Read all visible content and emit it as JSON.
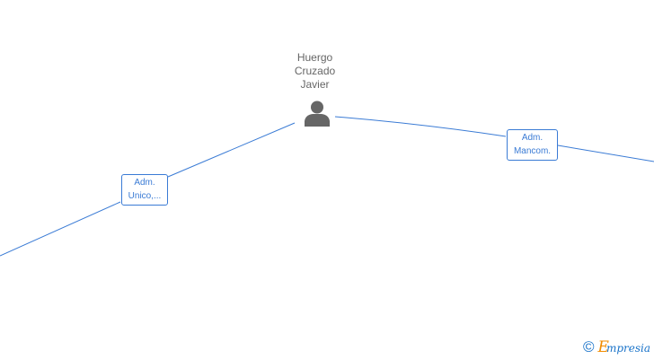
{
  "person": {
    "name_lines": [
      "Huergo",
      "Cruzado",
      "Javier"
    ],
    "icon": "person-icon"
  },
  "relations": [
    {
      "lines": [
        "Adm.",
        "Unico,..."
      ]
    },
    {
      "lines": [
        "Adm.",
        "Mancom."
      ]
    }
  ],
  "watermark": {
    "symbol": "©",
    "brand_initial": "E",
    "brand_rest": "mpresia"
  },
  "colors": {
    "edge": "#3a7bd5",
    "person_icon": "#666666",
    "brand_accent": "#f28c00",
    "brand_main": "#1a73c9"
  }
}
